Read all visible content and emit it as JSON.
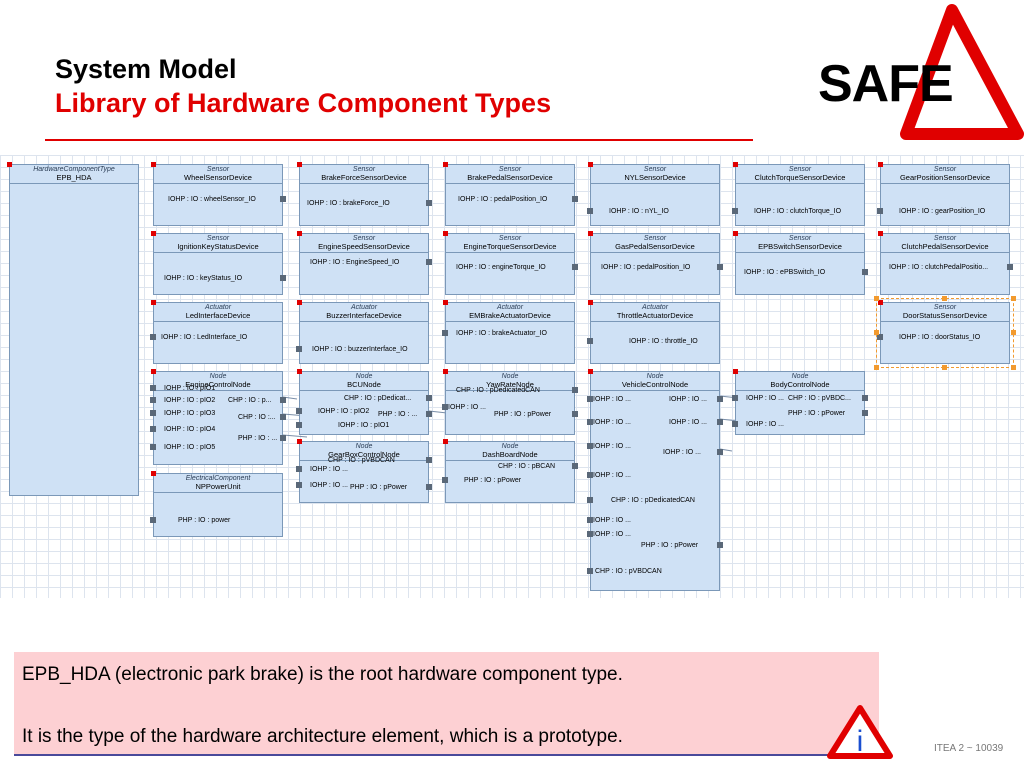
{
  "slide": {
    "title": "System Model",
    "subtitle": "Library of Hardware Component Types",
    "logo_text": "SAFE",
    "footer": "ITEA 2 ~ 10039",
    "info_icon": "info-icon",
    "info_icon_glyph": "i"
  },
  "info": {
    "line1": "EPB_HDA (electronic park brake) is the root hardware component type.",
    "line2": "It is the type of the hardware architecture element, which is a prototype."
  },
  "colors": {
    "accent_red": "#e00000",
    "component_fill": "#cfe1f5",
    "info_fill": "#fdd0d3"
  },
  "components": [
    {
      "stereotype": "HardwareComponentType",
      "name": "EPB_HDA",
      "ports": []
    },
    {
      "stereotype": "Sensor",
      "name": "WheelSensorDevice",
      "ports": [
        "IOHP : IO : wheelSensor_IO"
      ]
    },
    {
      "stereotype": "Sensor",
      "name": "BrakeForceSensorDevice",
      "ports": [
        "IOHP : IO : brakeForce_IO"
      ]
    },
    {
      "stereotype": "Sensor",
      "name": "BrakePedalSensorDevice",
      "ports": [
        "IOHP : IO : pedalPosition_IO"
      ]
    },
    {
      "stereotype": "Sensor",
      "name": "NYLSensorDevice",
      "ports": [
        "IOHP : IO : nYL_IO"
      ]
    },
    {
      "stereotype": "Sensor",
      "name": "ClutchTorqueSensorDevice",
      "ports": [
        "IOHP : IO : clutchTorque_IO"
      ]
    },
    {
      "stereotype": "Sensor",
      "name": "GearPositionSensorDevice",
      "ports": [
        "IOHP : IO : gearPosition_IO"
      ]
    },
    {
      "stereotype": "Sensor",
      "name": "IgnitionKeyStatusDevice",
      "ports": [
        "IOHP : IO : keyStatus_IO"
      ]
    },
    {
      "stereotype": "Sensor",
      "name": "EngineSpeedSensorDevice",
      "ports": [
        "IOHP : IO : EngineSpeed_IO"
      ]
    },
    {
      "stereotype": "Sensor",
      "name": "EngineTorqueSensorDevice",
      "ports": [
        "IOHP : IO : engineTorque_IO"
      ]
    },
    {
      "stereotype": "Sensor",
      "name": "GasPedalSensorDevice",
      "ports": [
        "IOHP : IO : pedalPosition_IO"
      ]
    },
    {
      "stereotype": "Sensor",
      "name": "EPBSwitchSensorDevice",
      "ports": [
        "IOHP : IO : ePBSwitch_IO"
      ]
    },
    {
      "stereotype": "Sensor",
      "name": "ClutchPedalSensorDevice",
      "ports": [
        "IOHP : IO : clutchPedalPositio..."
      ]
    },
    {
      "stereotype": "Actuator",
      "name": "LedInterfaceDevice",
      "ports": [
        "IOHP : IO : LedInterface_IO"
      ]
    },
    {
      "stereotype": "Actuator",
      "name": "BuzzerInterfaceDevice",
      "ports": [
        "IOHP : IO : buzzerInterface_IO"
      ]
    },
    {
      "stereotype": "Actuator",
      "name": "EMBrakeActuatorDevice",
      "ports": [
        "IOHP : IO : brakeActuator_IO"
      ]
    },
    {
      "stereotype": "Actuator",
      "name": "ThrottleActuatorDevice",
      "ports": [
        "IOHP : IO : throttle_IO"
      ]
    },
    {
      "stereotype": "Sensor",
      "name": "DoorStatusSensorDevice",
      "ports": [
        "IOHP : IO : doorStatus_IO"
      ]
    },
    {
      "stereotype": "Node",
      "name": "EngineControlNode",
      "ports": [
        "IOHP : IO : pIO1",
        "IOHP : IO : pIO2",
        "CHP : IO : p...",
        "IOHP : IO : pIO3",
        "CHP : IO :...",
        "IOHP : IO : pIO4",
        "PHP : IO : ...",
        "IOHP : IO : pIO5"
      ]
    },
    {
      "stereotype": "Node",
      "name": "BCUNode",
      "ports": [
        "CHP : IO : pDedicat...",
        "IOHP : IO : pIO2",
        "PHP : IO : ...",
        "IOHP : IO : pIO1"
      ]
    },
    {
      "stereotype": "Node",
      "name": "YawRateNode",
      "ports": [
        "CHP : IO : pDedicatedCAN",
        "IOHP : IO ...",
        "PHP : IO : pPower"
      ]
    },
    {
      "stereotype": "Node",
      "name": "VehicleControlNode",
      "ports": [
        "IOHP : IO ...",
        "IOHP : IO ...",
        "IOHP : IO ...",
        "IOHP : IO ...",
        "IOHP : IO ...",
        "IOHP : IO ...",
        "IOHP : IO ...",
        "CHP : IO : pDedicatedCAN",
        "IOHP : IO ...",
        "IOHP : IO ...",
        "PHP : IO : pPower",
        "CHP : IO : pVBDCAN"
      ]
    },
    {
      "stereotype": "Node",
      "name": "BodyControlNode",
      "ports": [
        "IOHP : IO ...",
        "CHP : IO : pVBDC...",
        "PHP : IO : pPower",
        "IOHP : IO ..."
      ]
    },
    {
      "stereotype": "Node",
      "name": "GearBoxControlNode",
      "ports": [
        "CHP : IO : pVBDCAN",
        "IOHP : IO ...",
        "IOHP : IO ...",
        "PHP : IO : pPower"
      ]
    },
    {
      "stereotype": "Node",
      "name": "DashBoardNode",
      "ports": [
        "CHP : IO : pBCAN",
        "PHP : IO : pPower"
      ]
    },
    {
      "stereotype": "ElectricalComponent",
      "name": "NPPowerUnit",
      "ports": [
        "PHP : IO : power"
      ]
    }
  ]
}
